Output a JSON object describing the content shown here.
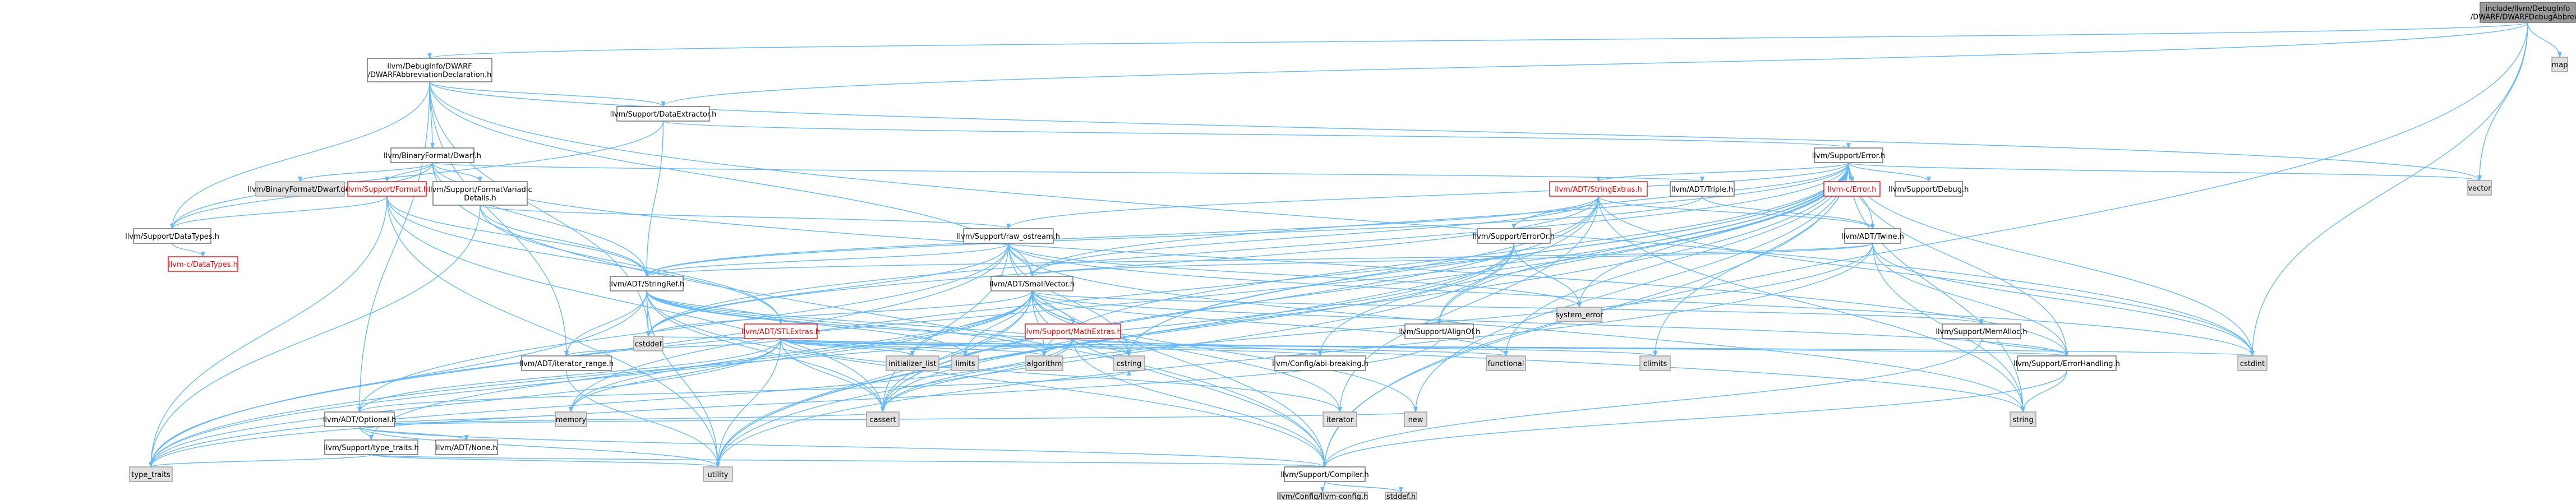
{
  "colors": {
    "edge": "#63b8ff",
    "edge_alt": "#c00000",
    "node_fill": "#ffffff",
    "node_stroke": "#666666",
    "node_fill_grey": "#e0e0e0",
    "node_fill_root": "#999999",
    "node_text": "#000000",
    "node_text_red": "#ff0000"
  },
  "nodes": [
    {
      "id": "root",
      "lines": [
        "include/llvm/DebugInfo",
        "/DWARF/DWARFDebugAbbrev.h"
      ],
      "style": "root"
    },
    {
      "id": "map",
      "lines": [
        "map"
      ],
      "style": "grey"
    },
    {
      "id": "decl",
      "lines": [
        "llvm/DebugInfo/DWARF",
        "/DWARFAbbreviationDeclaration.h"
      ],
      "style": "normal"
    },
    {
      "id": "dataext",
      "lines": [
        "llvm/Support/DataExtractor.h"
      ],
      "style": "normal"
    },
    {
      "id": "dwarf",
      "lines": [
        "llvm/BinaryFormat/Dwarf.h"
      ],
      "style": "normal"
    },
    {
      "id": "error",
      "lines": [
        "llvm/Support/Error.h"
      ],
      "style": "normal"
    },
    {
      "id": "vector",
      "lines": [
        "vector"
      ],
      "style": "grey"
    },
    {
      "id": "dwarfdef",
      "lines": [
        "llvm/BinaryFormat/Dwarf.def"
      ],
      "style": "grey"
    },
    {
      "id": "format",
      "lines": [
        "llvm/Support/Format.h"
      ],
      "style": "red"
    },
    {
      "id": "fmtvar",
      "lines": [
        "llvm/Support/FormatVariadic",
        "Details.h"
      ],
      "style": "normal"
    },
    {
      "id": "triple",
      "lines": [
        "llvm/ADT/Triple.h"
      ],
      "style": "normal"
    },
    {
      "id": "strextras",
      "lines": [
        "llvm/ADT/StringExtras.h"
      ],
      "style": "red"
    },
    {
      "id": "cerror",
      "lines": [
        "llvm-c/Error.h"
      ],
      "style": "red"
    },
    {
      "id": "debug",
      "lines": [
        "llvm/Support/Debug.h"
      ],
      "style": "normal"
    },
    {
      "id": "datatypes",
      "lines": [
        "llvm/Support/DataTypes.h"
      ],
      "style": "normal"
    },
    {
      "id": "cdatatypes",
      "lines": [
        "llvm-c/DataTypes.h"
      ],
      "style": "red"
    },
    {
      "id": "rawos",
      "lines": [
        "llvm/Support/raw_ostream.h"
      ],
      "style": "normal"
    },
    {
      "id": "twine",
      "lines": [
        "llvm/ADT/Twine.h"
      ],
      "style": "normal"
    },
    {
      "id": "erroror",
      "lines": [
        "llvm/Support/ErrorOr.h"
      ],
      "style": "normal"
    },
    {
      "id": "stringref",
      "lines": [
        "llvm/ADT/StringRef.h"
      ],
      "style": "normal"
    },
    {
      "id": "smallvec",
      "lines": [
        "llvm/ADT/SmallVector.h"
      ],
      "style": "normal"
    },
    {
      "id": "syserr",
      "lines": [
        "system_error"
      ],
      "style": "grey"
    },
    {
      "id": "stlextras",
      "lines": [
        "llvm/ADT/STLExtras.h"
      ],
      "style": "red"
    },
    {
      "id": "mathextras",
      "lines": [
        "llvm/Support/MathExtras.h"
      ],
      "style": "red"
    },
    {
      "id": "alignof",
      "lines": [
        "llvm/Support/AlignOf.h"
      ],
      "style": "normal"
    },
    {
      "id": "memalloc",
      "lines": [
        "llvm/Support/MemAlloc.h"
      ],
      "style": "normal"
    },
    {
      "id": "cstddef",
      "lines": [
        "cstddef"
      ],
      "style": "grey"
    },
    {
      "id": "iterrange",
      "lines": [
        "llvm/ADT/iterator_range.h"
      ],
      "style": "normal"
    },
    {
      "id": "initlist",
      "lines": [
        "initializer_list"
      ],
      "style": "grey"
    },
    {
      "id": "limits",
      "lines": [
        "limits"
      ],
      "style": "grey"
    },
    {
      "id": "algorithm",
      "lines": [
        "algorithm"
      ],
      "style": "grey"
    },
    {
      "id": "cstring",
      "lines": [
        "cstring"
      ],
      "style": "grey"
    },
    {
      "id": "abibreak",
      "lines": [
        "llvm/Config/abi-breaking.h"
      ],
      "style": "normal"
    },
    {
      "id": "functional",
      "lines": [
        "functional"
      ],
      "style": "grey"
    },
    {
      "id": "climits",
      "lines": [
        "climits"
      ],
      "style": "grey"
    },
    {
      "id": "cstdint",
      "lines": [
        "cstdint"
      ],
      "style": "grey"
    },
    {
      "id": "errhandling",
      "lines": [
        "llvm/Support/ErrorHandling.h"
      ],
      "style": "normal"
    },
    {
      "id": "optional",
      "lines": [
        "llvm/ADT/Optional.h"
      ],
      "style": "normal"
    },
    {
      "id": "memory",
      "lines": [
        "memory"
      ],
      "style": "grey"
    },
    {
      "id": "cassert",
      "lines": [
        "cassert"
      ],
      "style": "grey"
    },
    {
      "id": "iterator",
      "lines": [
        "iterator"
      ],
      "style": "grey"
    },
    {
      "id": "new",
      "lines": [
        "new"
      ],
      "style": "grey"
    },
    {
      "id": "string",
      "lines": [
        "string"
      ],
      "style": "grey"
    },
    {
      "id": "typetraitsh",
      "lines": [
        "llvm/Support/type_traits.h"
      ],
      "style": "normal"
    },
    {
      "id": "none",
      "lines": [
        "llvm/ADT/None.h"
      ],
      "style": "normal"
    },
    {
      "id": "typetraits",
      "lines": [
        "type_traits"
      ],
      "style": "grey"
    },
    {
      "id": "utility",
      "lines": [
        "utility"
      ],
      "style": "grey"
    },
    {
      "id": "compiler",
      "lines": [
        "llvm/Support/Compiler.h"
      ],
      "style": "normal"
    },
    {
      "id": "llvmconfig",
      "lines": [
        "llvm/Config/llvm-config.h"
      ],
      "style": "grey"
    },
    {
      "id": "stddef",
      "lines": [
        "stddef.h"
      ],
      "style": "grey"
    }
  ],
  "edges": [
    [
      "root",
      "map"
    ],
    [
      "root",
      "decl"
    ],
    [
      "root",
      "dataext"
    ],
    [
      "root",
      "vector"
    ],
    [
      "root",
      "cstdint"
    ],
    [
      "root",
      "compiler"
    ],
    [
      "decl",
      "dwarf"
    ],
    [
      "decl",
      "dataext"
    ],
    [
      "decl",
      "vector"
    ],
    [
      "decl",
      "optional"
    ],
    [
      "decl",
      "smallvec"
    ],
    [
      "decl",
      "iterrange"
    ],
    [
      "decl",
      "cstddef"
    ],
    [
      "decl",
      "cstdint"
    ],
    [
      "decl",
      "datatypes"
    ],
    [
      "dataext",
      "error"
    ],
    [
      "dataext",
      "stringref"
    ],
    [
      "dataext",
      "datatypes"
    ],
    [
      "dwarf",
      "dwarfdef"
    ],
    [
      "dwarf",
      "format"
    ],
    [
      "dwarf",
      "fmtvar"
    ],
    [
      "dwarf",
      "triple"
    ],
    [
      "dwarf",
      "stringref"
    ],
    [
      "dwarf",
      "datatypes"
    ],
    [
      "dwarf",
      "errhandling"
    ],
    [
      "dwarf",
      "compiler"
    ],
    [
      "error",
      "cerror"
    ],
    [
      "error",
      "debug"
    ],
    [
      "error",
      "strextras"
    ],
    [
      "error",
      "twine"
    ],
    [
      "error",
      "erroror"
    ],
    [
      "error",
      "rawos"
    ],
    [
      "error",
      "smallvec"
    ],
    [
      "error",
      "alignof"
    ],
    [
      "error",
      "errhandling"
    ],
    [
      "error",
      "abibreak"
    ],
    [
      "error",
      "compiler"
    ],
    [
      "error",
      "cassert"
    ],
    [
      "error",
      "cstdint"
    ],
    [
      "error",
      "functional"
    ],
    [
      "error",
      "memory"
    ],
    [
      "error",
      "new"
    ],
    [
      "error",
      "string"
    ],
    [
      "error",
      "syserr"
    ],
    [
      "error",
      "typetraits"
    ],
    [
      "error",
      "utility"
    ],
    [
      "error",
      "vector"
    ],
    [
      "error",
      "climits"
    ],
    [
      "error",
      "algorithm"
    ],
    [
      "error",
      "cstddef"
    ],
    [
      "error",
      "cstring"
    ],
    [
      "format",
      "datatypes"
    ],
    [
      "format",
      "stringref"
    ],
    [
      "format",
      "stlextras"
    ],
    [
      "format",
      "cassert"
    ],
    [
      "format",
      "utility"
    ],
    [
      "format",
      "typetraits"
    ],
    [
      "fmtvar",
      "rawos"
    ],
    [
      "fmtvar",
      "stringref"
    ],
    [
      "fmtvar",
      "stlextras"
    ],
    [
      "fmtvar",
      "typetraits"
    ],
    [
      "triple",
      "twine"
    ],
    [
      "triple",
      "stringref"
    ],
    [
      "strextras",
      "twine"
    ],
    [
      "strextras",
      "stringref"
    ],
    [
      "strextras",
      "smallvec"
    ],
    [
      "strextras",
      "iterator"
    ],
    [
      "strextras",
      "cassert"
    ],
    [
      "strextras",
      "cstddef"
    ],
    [
      "strextras",
      "cstdint"
    ],
    [
      "strextras",
      "cstdlib"
    ],
    [
      "strextras",
      "cstring"
    ],
    [
      "strextras",
      "string"
    ],
    [
      "strextras",
      "utility"
    ],
    [
      "datatypes",
      "cdatatypes"
    ],
    [
      "rawos",
      "stringref"
    ],
    [
      "rawos",
      "smallvec"
    ],
    [
      "rawos",
      "cassert"
    ],
    [
      "rawos",
      "cstddef"
    ],
    [
      "rawos",
      "cstdint"
    ],
    [
      "rawos",
      "cstring"
    ],
    [
      "rawos",
      "string"
    ],
    [
      "rawos",
      "syserr"
    ],
    [
      "rawos",
      "typetraits"
    ],
    [
      "rawos",
      "optional"
    ],
    [
      "rawos",
      "compiler"
    ],
    [
      "twine",
      "smallvec"
    ],
    [
      "twine",
      "stringref"
    ],
    [
      "twine",
      "errhandling"
    ],
    [
      "twine",
      "cassert"
    ],
    [
      "twine",
      "cstdint"
    ],
    [
      "twine",
      "string"
    ],
    [
      "twine",
      "utility"
    ],
    [
      "erroror",
      "alignof"
    ],
    [
      "erroror",
      "cassert"
    ],
    [
      "erroror",
      "syserr"
    ],
    [
      "erroror",
      "typetraits"
    ],
    [
      "erroror",
      "utility"
    ],
    [
      "stringref",
      "stlextras"
    ],
    [
      "stringref",
      "iterrange"
    ],
    [
      "stringref",
      "compiler"
    ],
    [
      "stringref",
      "algorithm"
    ],
    [
      "stringref",
      "cassert"
    ],
    [
      "stringref",
      "cstddef"
    ],
    [
      "stringref",
      "cstring"
    ],
    [
      "stringref",
      "limits"
    ],
    [
      "stringref",
      "string"
    ],
    [
      "stringref",
      "typetraits"
    ],
    [
      "stringref",
      "utility"
    ],
    [
      "smallvec",
      "compiler"
    ],
    [
      "smallvec",
      "errhandling"
    ],
    [
      "smallvec",
      "mathextras"
    ],
    [
      "smallvec",
      "memalloc"
    ],
    [
      "smallvec",
      "typetraitsh"
    ],
    [
      "smallvec",
      "algorithm"
    ],
    [
      "smallvec",
      "cassert"
    ],
    [
      "smallvec",
      "cstddef"
    ],
    [
      "smallvec",
      "cstdlib"
    ],
    [
      "smallvec",
      "cstring"
    ],
    [
      "smallvec",
      "functional"
    ],
    [
      "smallvec",
      "initlist"
    ],
    [
      "smallvec",
      "iterator"
    ],
    [
      "smallvec",
      "limits"
    ],
    [
      "smallvec",
      "memory"
    ],
    [
      "smallvec",
      "new"
    ],
    [
      "smallvec",
      "typetraits"
    ],
    [
      "smallvec",
      "utility"
    ],
    [
      "stlextras",
      "optional"
    ],
    [
      "stlextras",
      "iterrange"
    ],
    [
      "stlextras",
      "abibreak"
    ],
    [
      "stlextras",
      "errhandling"
    ],
    [
      "stlextras",
      "algorithm"
    ],
    [
      "stlextras",
      "cassert"
    ],
    [
      "stlextras",
      "cstddef"
    ],
    [
      "stlextras",
      "cstdint"
    ],
    [
      "stlextras",
      "cstdlib"
    ],
    [
      "stlextras",
      "functional"
    ],
    [
      "stlextras",
      "initlist"
    ],
    [
      "stlextras",
      "iterator"
    ],
    [
      "stlextras",
      "limits"
    ],
    [
      "stlextras",
      "memory"
    ],
    [
      "stlextras",
      "tuple"
    ],
    [
      "stlextras",
      "typetraits"
    ],
    [
      "stlextras",
      "utility"
    ],
    [
      "mathextras",
      "compiler"
    ],
    [
      "mathextras",
      "algorithm"
    ],
    [
      "mathextras",
      "cassert"
    ],
    [
      "mathextras",
      "climits"
    ],
    [
      "mathextras",
      "cstring"
    ],
    [
      "mathextras",
      "limits"
    ],
    [
      "mathextras",
      "typetraits"
    ],
    [
      "alignof",
      "typetraits"
    ],
    [
      "memalloc",
      "compiler"
    ],
    [
      "memalloc",
      "errhandling"
    ],
    [
      "memalloc",
      "cstdlib"
    ],
    [
      "iterrange",
      "utility"
    ],
    [
      "errhandling",
      "compiler"
    ],
    [
      "errhandling",
      "string"
    ],
    [
      "optional",
      "none"
    ],
    [
      "optional",
      "compiler"
    ],
    [
      "optional",
      "typetraitsh"
    ],
    [
      "optional",
      "cassert"
    ],
    [
      "optional",
      "cstring"
    ],
    [
      "optional",
      "memory"
    ],
    [
      "optional",
      "new"
    ],
    [
      "optional",
      "utility"
    ],
    [
      "typetraitsh",
      "compiler"
    ],
    [
      "typetraitsh",
      "typetraits"
    ],
    [
      "typetraitsh",
      "utility"
    ],
    [
      "compiler",
      "llvmconfig"
    ],
    [
      "compiler",
      "stddef"
    ]
  ]
}
